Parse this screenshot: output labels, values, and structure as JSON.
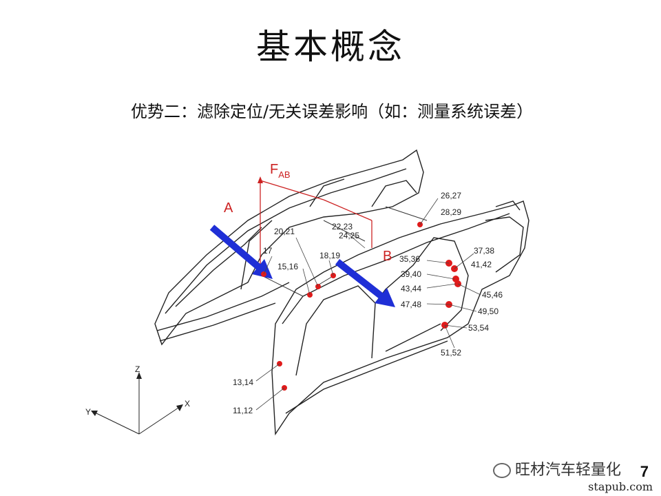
{
  "slide": {
    "title": "基本概念",
    "subtitle": "优势二：滤除定位/无关误差影响（如：测量系统误差）",
    "page_number": "7"
  },
  "figure": {
    "force_label": "F",
    "force_sub": "AB",
    "label_a": "A",
    "label_b": "B",
    "axes": {
      "z": "Z",
      "y": "Y",
      "x": "X"
    },
    "point_labels": [
      "26,27",
      "28,29",
      "20,21",
      "22,23",
      "24,25",
      "17",
      "18,19",
      "15,16",
      "35,36",
      "39,40",
      "43,44",
      "47,48",
      "37,38",
      "41,42",
      "45,46",
      "49,50",
      "53,54",
      "51,52",
      "13,14",
      "11,12"
    ],
    "colors": {
      "arrow": "#1f2fd6",
      "marker": "#e01b1b",
      "label_red": "#cc2222"
    }
  },
  "watermark": {
    "text": "旺材汽车轻量化",
    "url": "stapub.com"
  }
}
